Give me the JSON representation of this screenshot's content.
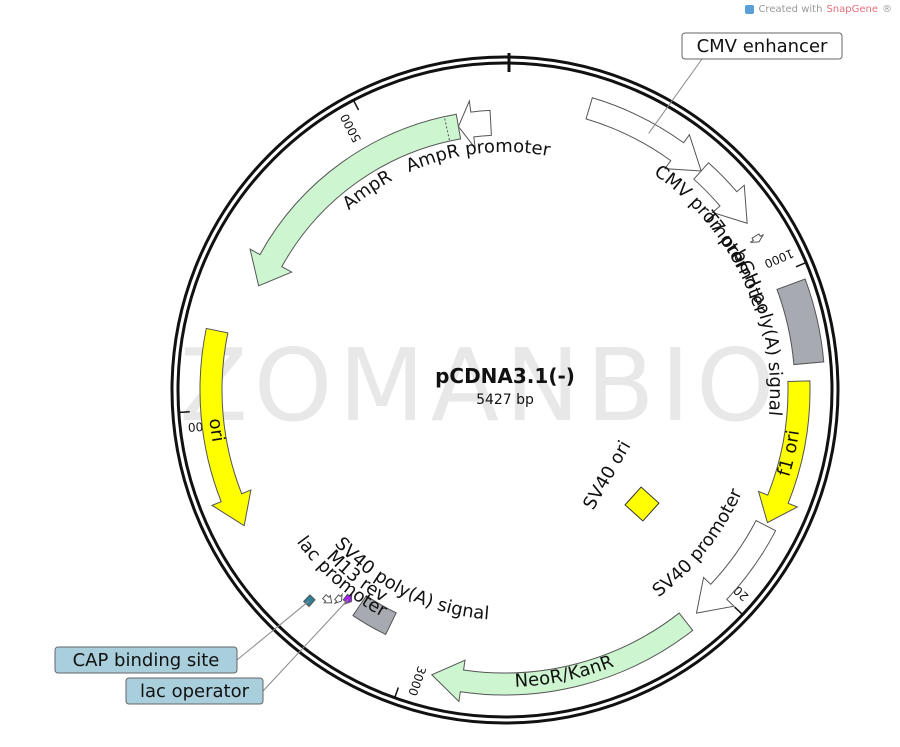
{
  "brand": {
    "prefix": "Created with",
    "name": "SnapGene",
    "suffix": "®",
    "accent_color": "#e0707a",
    "logo_icon": "snapgene-logo-icon"
  },
  "watermark": "ZOMANBIO",
  "plasmid": {
    "name": "pCDNA3.1(-)",
    "length_label": "5427 bp",
    "length_bp": 5427
  },
  "ticks": [
    {
      "bp": 1000,
      "label": "1000"
    },
    {
      "bp": 2000,
      "label": "2000"
    },
    {
      "bp": 3000,
      "label": "3000"
    },
    {
      "bp": 4000,
      "label": "4000"
    },
    {
      "bp": 5000,
      "label": "5000"
    }
  ],
  "features": [
    {
      "id": "cmv-enhancer",
      "label": "CMV enhancer",
      "start": 240,
      "end": 620,
      "direction": "forward",
      "color": "#ffffff",
      "style": "boxed-label"
    },
    {
      "id": "cmv-promoter",
      "label": "CMV promoter",
      "start": 620,
      "end": 825,
      "direction": "forward",
      "color": "#ffffff"
    },
    {
      "id": "t7-promoter",
      "label": "T7 promoter",
      "start": 870,
      "end": 890,
      "direction": "forward",
      "color": "#ffffff"
    },
    {
      "id": "bgh-polya",
      "label": "bGH poly(A) signal",
      "start": 1040,
      "end": 1270,
      "direction": "none",
      "color": "#a7aab1"
    },
    {
      "id": "f1-ori",
      "label": "f1 ori",
      "start": 1320,
      "end": 1750,
      "direction": "forward",
      "color": "#ffff00"
    },
    {
      "id": "sv40-promoter",
      "label": "SV40 promoter",
      "start": 1760,
      "end": 2090,
      "direction": "forward",
      "color": "#ffffff"
    },
    {
      "id": "neor-kanr",
      "label": "NeoR/KanR",
      "start": 2130,
      "end": 2920,
      "direction": "forward",
      "color": "#ccf5d0"
    },
    {
      "id": "sv40-polya",
      "label": "SV40 poly(A) signal",
      "start": 3095,
      "end": 3215,
      "direction": "none",
      "color": "#a7aab1"
    },
    {
      "id": "lac-operator",
      "label": "lac operator",
      "start": 3245,
      "end": 3270,
      "direction": "reverse",
      "color": "#a020f0",
      "style": "boxed-label"
    },
    {
      "id": "m13-rev",
      "label": "M13 rev",
      "start": 3272,
      "end": 3292,
      "direction": "reverse",
      "color": "#ffffff"
    },
    {
      "id": "lac-promoter",
      "label": "lac promoter",
      "start": 3293,
      "end": 3323,
      "direction": "reverse",
      "color": "#ffffff"
    },
    {
      "id": "cap-binding-site",
      "label": "CAP binding site",
      "start": 3338,
      "end": 3360,
      "direction": "none",
      "color": "#2e7f9a",
      "style": "boxed-label"
    },
    {
      "id": "ori",
      "label": "ori",
      "start": 3645,
      "end": 4235,
      "direction": "reverse",
      "color": "#ffff00"
    },
    {
      "id": "ampr",
      "label": "AmpR",
      "start": 4405,
      "end": 5265,
      "direction": "reverse",
      "color": "#ccf5d0"
    },
    {
      "id": "ampr-promoter",
      "label": "AmpR promoter",
      "start": 5265,
      "end": 5370,
      "direction": "reverse",
      "color": "#ffffff"
    },
    {
      "id": "sv40-ori",
      "label": "SV40 ori",
      "start": 1820,
      "end": 1960,
      "direction": "none",
      "color": "#ffff00",
      "style": "inner-square"
    }
  ]
}
